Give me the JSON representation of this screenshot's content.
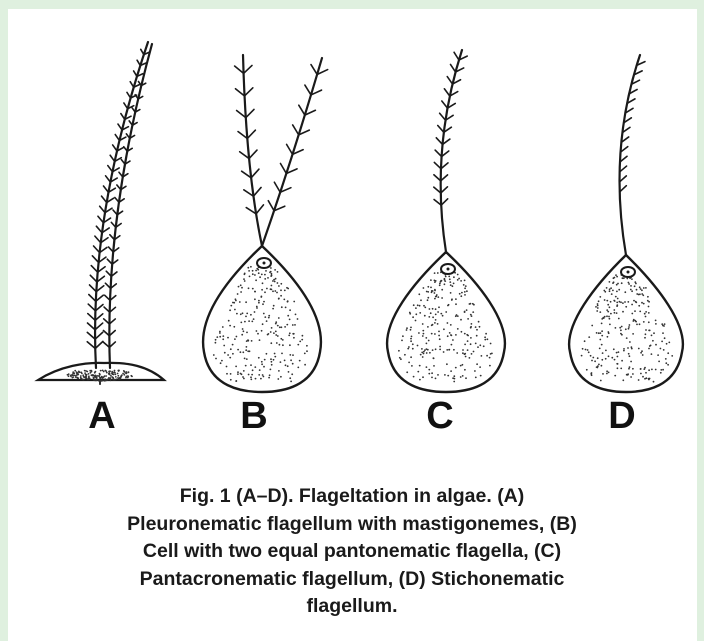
{
  "figure": {
    "panels": [
      {
        "label": "A",
        "description_icon": "pleuronematic-flagellum-icon"
      },
      {
        "label": "B",
        "description_icon": "pantonematic-cell-icon"
      },
      {
        "label": "C",
        "description_icon": "pantacronematic-cell-icon"
      },
      {
        "label": "D",
        "description_icon": "stichonematic-cell-icon"
      }
    ],
    "caption_lines": [
      "Fig. 1 (A–D). Flageltation in algae. (A)",
      "Pleuronematic flagellum with mastigonemes, (B)",
      "Cell with two equal pantonematic flagella, (C)",
      "Pantacronematic flagellum, (D) Stichonematic",
      "flagellum."
    ]
  },
  "colors": {
    "background": "#dff0df",
    "ink": "#1a1a1a"
  }
}
